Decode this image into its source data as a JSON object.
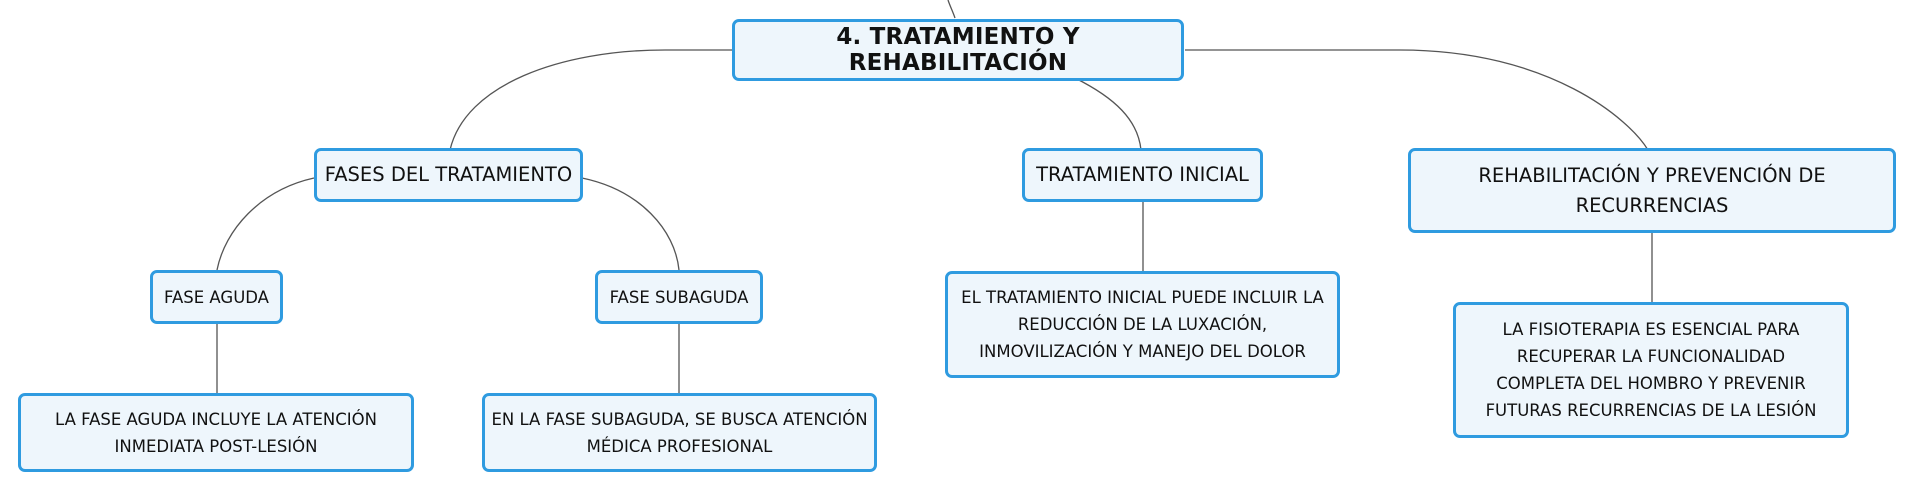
{
  "colors": {
    "node_border": "#2f9be0",
    "node_fill": "#eef6fc",
    "connector": "#555555",
    "text": "#111111"
  },
  "central": {
    "label": "4. TRATAMIENTO Y REHABILITACIÓN"
  },
  "phases": {
    "label": "FASES DEL TRATAMIENTO",
    "acute": {
      "label": "FASE AGUDA",
      "detail": "LA FASE AGUDA INCLUYE LA ATENCIÓN INMEDIATA POST-LESIÓN"
    },
    "subacute": {
      "label": "FASE SUBAGUDA",
      "detail": "EN LA FASE SUBAGUDA, SE BUSCA ATENCIÓN MÉDICA PROFESIONAL"
    }
  },
  "initial": {
    "label": "TRATAMIENTO INICIAL",
    "detail": "EL TRATAMIENTO INICIAL PUEDE INCLUIR LA REDUCCIÓN DE LA LUXACIÓN, INMOVILIZACIÓN Y MANEJO DEL DOLOR"
  },
  "rehab": {
    "label": "REHABILITACIÓN Y PREVENCIÓN DE RECURRENCIAS",
    "detail": "LA FISIOTERAPIA ES ESENCIAL PARA RECUPERAR LA FUNCIONALIDAD COMPLETA DEL HOMBRO Y PREVENIR FUTURAS RECURRENCIAS DE LA LESIÓN"
  }
}
